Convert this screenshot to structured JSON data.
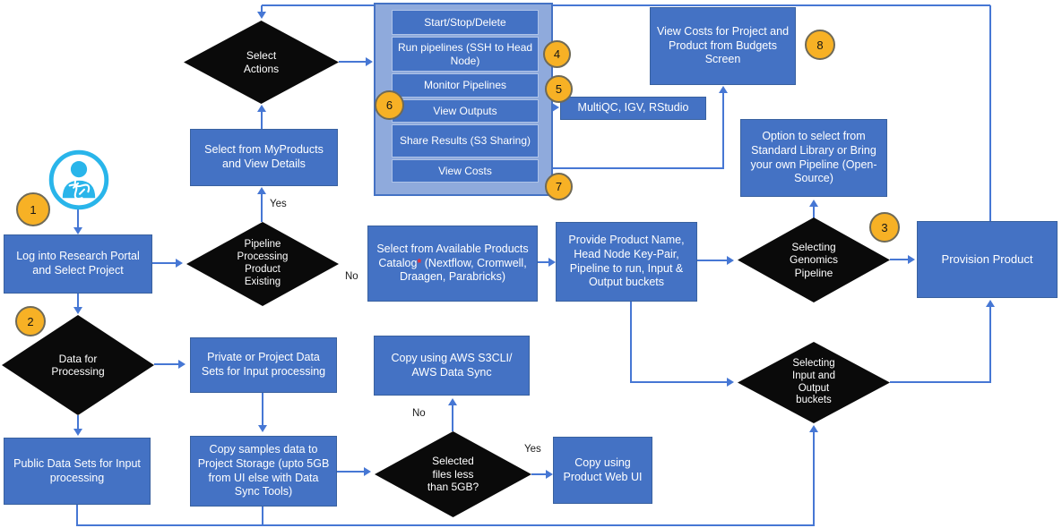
{
  "steps": {
    "login": "Log into Research Portal and Select Project",
    "myproducts": "Select from MyProducts and View Details",
    "catalog_main": "Select from Available Products Catalog",
    "catalog_required": "*",
    "catalog_sub": "(Nextflow, Cromwell, Draagen, Parabricks)",
    "provide": "Provide Product Name, Head Node Key-Pair, Pipeline to run, Input & Output buckets",
    "provision": "Provision Product",
    "option_library": "Option to select from Standard Library or Bring your own Pipeline (Open-Source)",
    "budgets": "View Costs for Project and Product from Budgets Screen",
    "tools": "MultiQC, IGV, RStudio",
    "private_data": "Private or Project Data Sets for Input processing",
    "public_data": "Public Data Sets for Input processing",
    "copy_samples": "Copy samples data to Project Storage (upto 5GB from UI else with Data Sync Tools)",
    "copy_s3cli": "Copy using AWS S3CLI/ AWS Data Sync",
    "copy_webui": "Copy using Product Web UI"
  },
  "decisions": {
    "select_actions": "Select Actions",
    "pipeline_existing": "Pipeline Processing Product Existing",
    "genomics_pipeline": "Selecting Genomics Pipeline",
    "data_processing": "Data for Processing",
    "input_output": "Selecting Input and Output buckets",
    "files_less_5gb": "Selected files less than 5GB?"
  },
  "actions_menu": {
    "items": [
      "Start/Stop/Delete",
      "Run pipelines (SSH to Head Node)",
      "Monitor Pipelines",
      "View Outputs",
      "Share Results (S3 Sharing)",
      "View Costs"
    ]
  },
  "edge_labels": {
    "pipeline_yes": "Yes",
    "pipeline_no": "No",
    "files_no": "No",
    "files_yes": "Yes"
  },
  "markers": [
    "1",
    "2",
    "3",
    "4",
    "5",
    "6",
    "7",
    "8"
  ],
  "icons": {
    "researcher": "person-with-dna-icon"
  },
  "colors": {
    "box_fill": "#4472C4",
    "panel_fill": "#8FAADC",
    "decision_fill": "#0A0A0A",
    "connector": "#4677D4",
    "marker_fill": "#F7B125",
    "marker_border": "#6F6A57",
    "person_icon": "#29B5EA",
    "required_asterisk": "#FF2A2A"
  }
}
